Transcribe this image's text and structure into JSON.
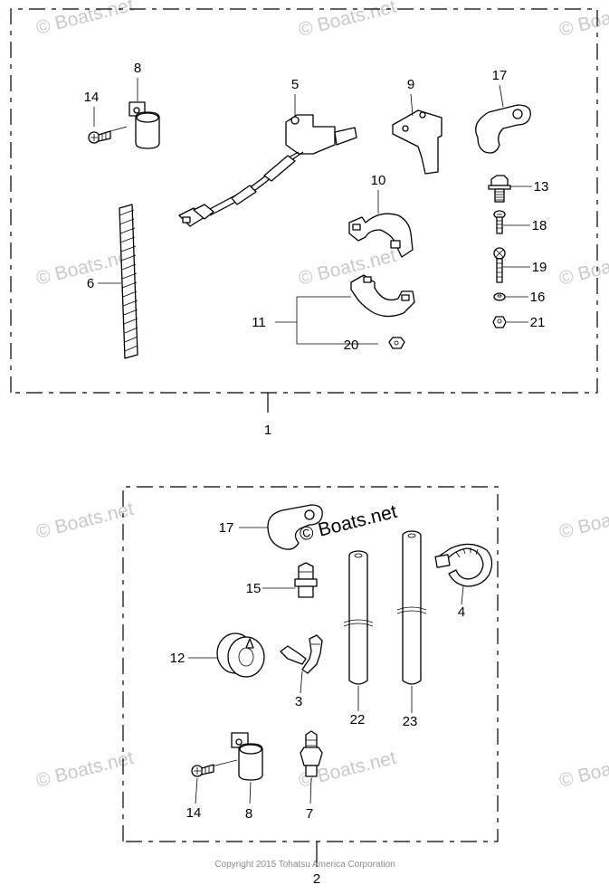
{
  "watermark": {
    "text": "© Boats.net",
    "highlight_text": "© Boats.net"
  },
  "copyright": "Copyright 2015 Tohatsu America Corporation",
  "kit1": {
    "number": "1",
    "parts": [
      {
        "id": "8",
        "name": "clip"
      },
      {
        "id": "14",
        "name": "screw"
      },
      {
        "id": "5",
        "name": "switch-harness"
      },
      {
        "id": "9",
        "name": "bracket"
      },
      {
        "id": "17",
        "name": "clamp"
      },
      {
        "id": "6",
        "name": "spiral-tube"
      },
      {
        "id": "10",
        "name": "holder-upper"
      },
      {
        "id": "13",
        "name": "bolt"
      },
      {
        "id": "18",
        "name": "screw"
      },
      {
        "id": "19",
        "name": "screw"
      },
      {
        "id": "16",
        "name": "washer"
      },
      {
        "id": "21",
        "name": "nut"
      },
      {
        "id": "11",
        "name": "holder-lower"
      },
      {
        "id": "20",
        "name": "nut"
      }
    ]
  },
  "kit2": {
    "number": "2",
    "parts": [
      {
        "id": "17",
        "name": "clamp"
      },
      {
        "id": "15",
        "name": "nipple"
      },
      {
        "id": "4",
        "name": "band"
      },
      {
        "id": "12",
        "name": "grommet"
      },
      {
        "id": "3",
        "name": "elbow-joint"
      },
      {
        "id": "22",
        "name": "tube"
      },
      {
        "id": "23",
        "name": "tube"
      },
      {
        "id": "14",
        "name": "screw"
      },
      {
        "id": "8",
        "name": "clip"
      },
      {
        "id": "7",
        "name": "nipple"
      }
    ]
  }
}
